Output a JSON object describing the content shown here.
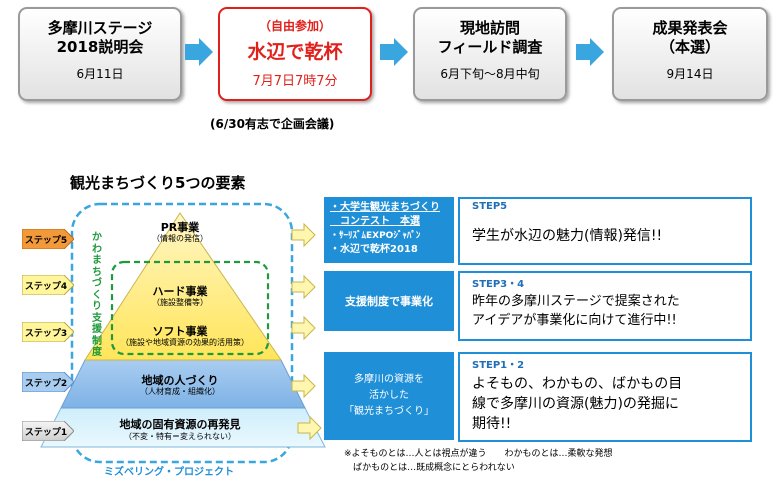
{
  "timeline": [
    {
      "title_lines": [
        "多摩川ステージ",
        "2018説明会"
      ],
      "date": "6月11日"
    },
    {
      "tag": "（自由参加）",
      "title": "水辺で乾杯",
      "date": "7月7日7時7分",
      "note": "(6/30有志で企画会議)"
    },
    {
      "title_lines": [
        "現地訪問",
        "フィールド調査"
      ],
      "date": "6月下旬〜8月中旬"
    },
    {
      "title_lines": [
        "成果発表会",
        "（本選）"
      ],
      "date": "9月14日"
    }
  ],
  "pyramid": {
    "heading": "観光まちづくり5つの要素",
    "support_label": "かわまちづくり支援制度",
    "misc_label": "ミズベリング・プロジェクト",
    "layers": [
      {
        "title": "PR事業",
        "sub": "（情報の発信）"
      },
      {
        "title": "ハード事業",
        "sub": "（施設整備等）"
      },
      {
        "title": "ソフト事業",
        "sub": "（施設や地域資源の効果的活用策）"
      },
      {
        "title": "地域の人づくり",
        "sub": "（人材育成・組織化）"
      },
      {
        "title": "地域の固有資源の再発見",
        "sub": "（不変・特有＝変えられない）"
      }
    ],
    "steps": [
      "ステップ5",
      "ステップ4",
      "ステップ3",
      "ステップ2",
      "ステップ1"
    ]
  },
  "programs": [
    {
      "lines": [
        "・大学生観光まちづくり",
        "　コンテスト　本選",
        "・ｻｰﾘｽﾞﾑEXPOｼﾞｬﾊﾟﾝ",
        "・水辺で乾杯2018"
      ]
    },
    {
      "lines": [
        "支援制度で事業化"
      ]
    },
    {
      "lines": [
        "多摩川の資源を",
        "活かした",
        "「観光まちづくり」"
      ]
    }
  ],
  "step_descriptions": [
    {
      "label": "STEP5",
      "text": [
        "学生が水辺の魅力(情報)発信!!"
      ]
    },
    {
      "label": "STEP3・4",
      "text": [
        "昨年の多摩川ステージで提案された",
        "アイデアが事業化に向けて進行中!!"
      ]
    },
    {
      "label": "STEP1・2",
      "text": [
        "よそもの、わかもの、ばかもの目",
        "線で多摩川の資源(魅力)の発掘に",
        "期待!!"
      ]
    }
  ],
  "footnote": [
    "※よそものとは…人とは視点が違う　　わかものとは…柔軟な発想",
    "　ばかものとは…既成概念にとらわれない"
  ],
  "colors": {
    "accent_blue": "#1f8fd8",
    "highlight_red": "#e0201b",
    "support_green": "#1e9a3c",
    "dashed_blue": "#3aa6e0"
  }
}
